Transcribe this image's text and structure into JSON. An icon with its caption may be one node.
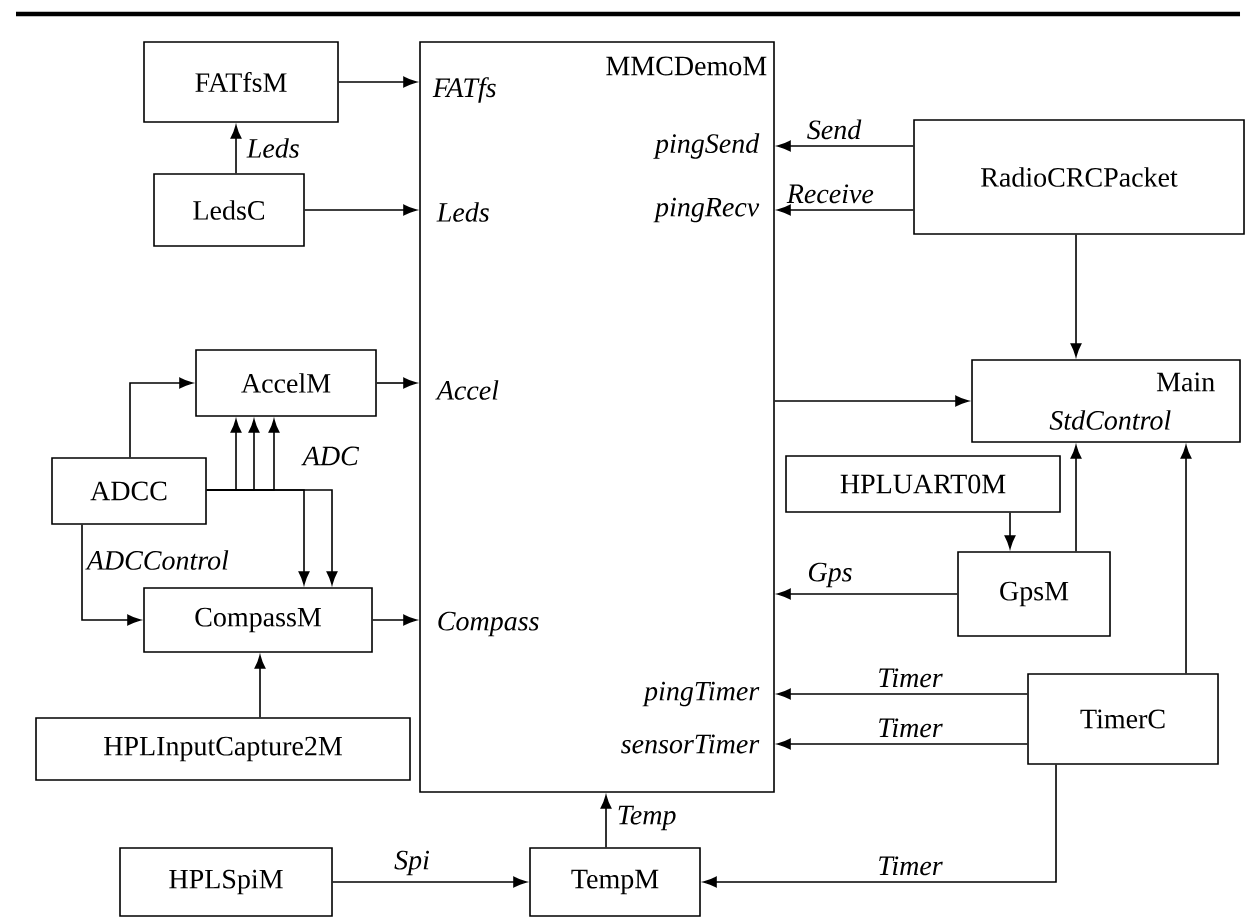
{
  "diagram": {
    "nodes": [
      {
        "text": [
          "MMCDemoM",
          "FATfs",
          "pingSend",
          "Leds",
          "pingRecv",
          "Accel",
          "Compass",
          "pingTimer",
          "sensorTimer"
        ]
      },
      {
        "text": [
          "FATfsM"
        ]
      },
      {
        "text": [
          "LedsC"
        ]
      },
      {
        "text": [
          "RadioCRCPacket"
        ]
      },
      {
        "text": [
          "AccelM"
        ]
      },
      {
        "text": [
          "Main",
          "StdControl"
        ]
      },
      {
        "text": [
          "ADCC"
        ]
      },
      {
        "text": [
          "HPLUART0M"
        ]
      },
      {
        "text": [
          "CompassM"
        ]
      },
      {
        "text": [
          "GpsM"
        ]
      },
      {
        "text": [
          "HPLInputCapture2M"
        ]
      },
      {
        "text": [
          "TimerC"
        ]
      },
      {
        "text": [
          "HPLSpiM"
        ]
      },
      {
        "text": [
          "TempM"
        ]
      }
    ],
    "edges": [
      {
        "from": 1,
        "to": 0,
        "arrow": "to"
      },
      {
        "from": 2,
        "to": 1,
        "arrow": "to",
        "label": "Leds"
      },
      {
        "from": 2,
        "to": 0,
        "arrow": "to"
      },
      {
        "from": 3,
        "to": 0,
        "arrow": "to",
        "label": "Send"
      },
      {
        "from": 3,
        "to": 0,
        "arrow": "to",
        "label": "Receive"
      },
      {
        "from": 4,
        "to": 0,
        "arrow": "to"
      },
      {
        "from": 6,
        "to": 4,
        "arrow": "to"
      },
      {
        "from": 6,
        "to": 4,
        "arrow": "to",
        "label": "ADC"
      },
      {
        "from": 6,
        "to": 4,
        "arrow": "to"
      },
      {
        "from": 6,
        "to": 4,
        "arrow": "to"
      },
      {
        "from": 6,
        "to": 8,
        "arrow": "to"
      },
      {
        "from": 6,
        "to": 8,
        "arrow": "to"
      },
      {
        "from": 6,
        "to": 8,
        "arrow": "to",
        "label": "ADCControl"
      },
      {
        "from": 8,
        "to": 0,
        "arrow": "to"
      },
      {
        "from": 10,
        "to": 8,
        "arrow": "to"
      },
      {
        "from": 3,
        "to": 5,
        "arrow": "to"
      },
      {
        "from": 0,
        "to": 5,
        "arrow": "to"
      },
      {
        "from": 7,
        "to": 9,
        "arrow": "to"
      },
      {
        "from": 9,
        "to": 0,
        "arrow": "to",
        "label": "Gps"
      },
      {
        "from": 9,
        "to": 5,
        "arrow": "to"
      },
      {
        "from": 11,
        "to": 0,
        "arrow": "to",
        "label": "Timer"
      },
      {
        "from": 11,
        "to": 0,
        "arrow": "to",
        "label": "Timer"
      },
      {
        "from": 11,
        "to": 5,
        "arrow": "to"
      },
      {
        "from": 11,
        "to": 13,
        "arrow": "to",
        "label": "Timer"
      },
      {
        "from": 12,
        "to": 13,
        "arrow": "to",
        "label": "Spi"
      },
      {
        "from": 13,
        "to": 0,
        "arrow": "to",
        "label": "Temp"
      }
    ]
  }
}
